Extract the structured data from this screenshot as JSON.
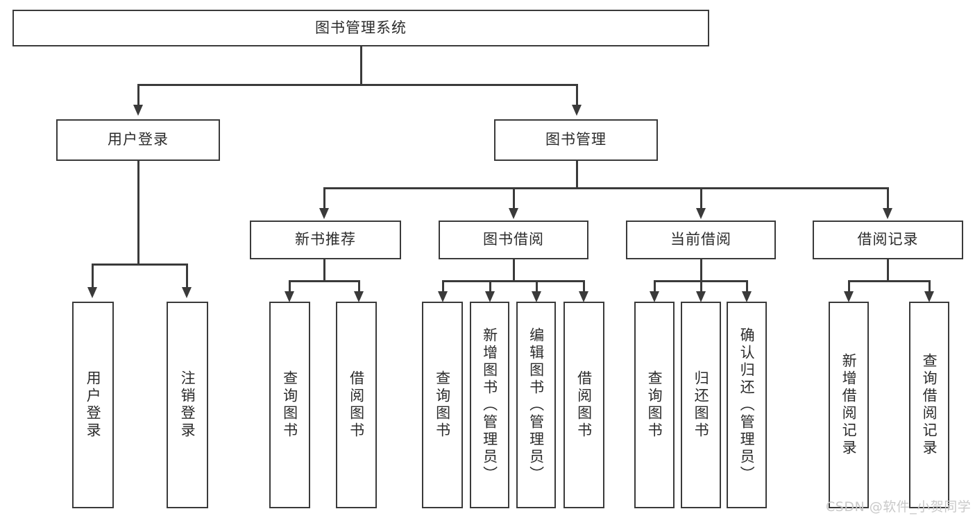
{
  "diagram": {
    "title": "图书管理系统",
    "type": "hierarchy-tree",
    "root": {
      "label": "图书管理系统"
    },
    "level1": [
      {
        "label": "用户登录"
      },
      {
        "label": "图书管理"
      }
    ],
    "level2": [
      {
        "label": "新书推荐"
      },
      {
        "label": "图书借阅"
      },
      {
        "label": "当前借阅"
      },
      {
        "label": "借阅记录"
      }
    ],
    "leaves": {
      "user_login": [
        {
          "label": "用户登录"
        },
        {
          "label": "注销登录"
        }
      ],
      "new_book_recommend": [
        {
          "label": "查询图书"
        },
        {
          "label": "借阅图书"
        }
      ],
      "book_borrow": [
        {
          "label": "查询图书"
        },
        {
          "label": "新增图书（管理员）"
        },
        {
          "label": "编辑图书（管理员）"
        },
        {
          "label": "借阅图书"
        }
      ],
      "current_borrow": [
        {
          "label": "查询图书"
        },
        {
          "label": "归还图书"
        },
        {
          "label": "确认归还（管理员）"
        }
      ],
      "borrow_record": [
        {
          "label": "新增借阅记录"
        },
        {
          "label": "查询借阅记录"
        }
      ]
    }
  },
  "watermark": {
    "text": "CSDN @软件_小贺同学"
  },
  "colors": {
    "stroke": "#3a3a3a",
    "text": "#2b2b2b",
    "background": "#ffffff",
    "watermark": "#c9c9c9"
  }
}
